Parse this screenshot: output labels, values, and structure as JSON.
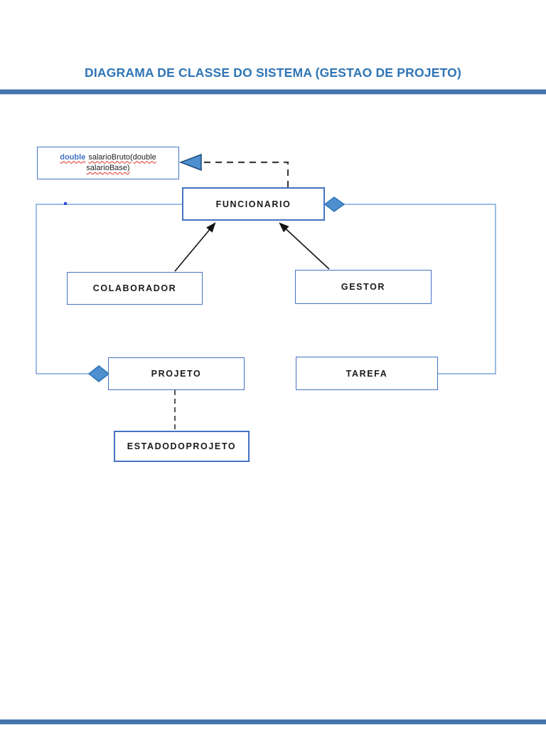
{
  "page": {
    "title": "DIAGRAMA DE CLASSE DO SISTEMA (GESTAO DE PROJETO)"
  },
  "note": {
    "keyword": "double",
    "method": "salarioBruto(double salarioBase)"
  },
  "classes": {
    "funcionario": "FUNCIONARIO",
    "colaborador": "COLABORADOR",
    "gestor": "GESTOR",
    "projeto": "PROJETO",
    "tarefa": "TAREFA",
    "estadodoprojeto": "ESTADODOPROJETO"
  },
  "icons": {
    "aggregation_diamond": "filled-diamond",
    "dependency_arrowhead": "filled-left-triangle",
    "inheritance_arrowhead": "filled-arrow"
  },
  "colors": {
    "title_blue": "#2e75b6",
    "rule_blue": "#4474aa",
    "rule_edge_blue": "#aac8e4",
    "box_border_blue": "#4472c4",
    "connector_blue": "#7aa6db",
    "diamond_fill": "#4e8fd0",
    "diamond_stroke": "#2e75b6",
    "dashed_line_gray": "#3d3d3d",
    "arrow_black": "#141414",
    "misspell_red": "#d93025",
    "text_black": "#1a1a1a"
  }
}
